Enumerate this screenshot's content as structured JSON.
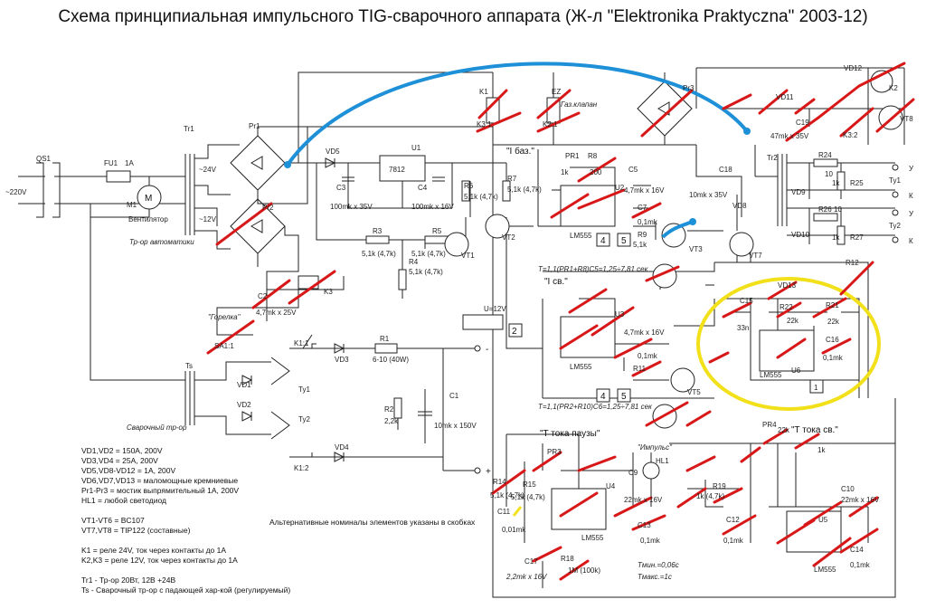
{
  "title": "Схема принципиальная импульсного TIG-сварочного аппарата (Ж-л \"Elektronika Praktyczna\" 2003-12)",
  "input": {
    "switch": "QS1",
    "voltage": "~220V",
    "fuse": "FU1",
    "fuse_rating": "1A",
    "motor": "M1",
    "motor_label": "Вентилятор"
  },
  "transformer_tr1": {
    "name": "Tr1",
    "sec1": "~24V",
    "sec2": "~12V",
    "caption": "Тр-ор автоматики"
  },
  "bridges": {
    "pr1": "Pr1",
    "pr2": "Pr2",
    "pr3": "Pr3"
  },
  "relays": {
    "k1": "K1",
    "k1_1": "K1:1",
    "k1_2": "K1:2",
    "k2_1": "K2:1",
    "k3": "K3",
    "k3_1": "K3:1",
    "k2": "K2",
    "ez": "EZ",
    "ez_label": "Газ.клапан"
  },
  "power_section": {
    "c2": "C2",
    "c2_value": "4,7mk x 25V",
    "torch": "\"Горелка\"",
    "sa1": "SA1:1",
    "vd5": "VD5",
    "u1": "U1",
    "u1_ic": "7812",
    "c3": "C3",
    "c3_value": "100mk x 35V",
    "c4": "C4",
    "c4_value": "100mk x 16V",
    "r3": "R3",
    "r3_value": "5,1k (4,7k)",
    "r4": "R4",
    "r4_value": "5,1k (4,7k)",
    "r5": "R5",
    "r5_value": "5,1k (4,7k)",
    "r6": "R6",
    "r6_value": "5,1k (4,7k)",
    "r7": "R7",
    "r7_value": "5,1k (4,7k)",
    "vt1": "VT1",
    "vt2": "VT2"
  },
  "welding": {
    "ts": "Ts",
    "ts_caption": "Сварочный тр-ор",
    "vd1": "VD1",
    "vd2": "VD2",
    "vd3": "VD3",
    "vd4": "VD4",
    "ty1": "Ty1",
    "ty2": "Ty2",
    "r1": "R1",
    "r1_value": "6-10 (40W)",
    "r2": "R2",
    "r2_value": "2,2k",
    "c1": "C1",
    "c1_value": "10mk x 150V",
    "minus": "-",
    "plus": "+"
  },
  "timers": {
    "base_label": "\"I баз.\"",
    "pr1": "PR1",
    "pr1_value": "1k",
    "r8": "R8",
    "r8_value": "200",
    "u2": "U2",
    "c5": "C5",
    "c5_value": "4,7mk x 16V",
    "c7": "C7",
    "c7_value": "0,1mk",
    "r9": "R9",
    "r9_value": "5,1k",
    "vt3": "VT3",
    "formula1": "T=1,1(PR1+R8)C5=1,25÷7,81 сек",
    "weld_label": "\"I св.\"",
    "u3": "U3",
    "u3_c_value": "4,7mk x 16V",
    "u3_c2_value": "0,1mk",
    "r11": "R11",
    "vt5": "VT5",
    "formula2": "T=1,1(PR2+R10)C6=1,25÷7,81 сек",
    "pause_label": "\"T тока паузы\"",
    "pr3": "PR3",
    "r14": "R14",
    "r14_value": "5,1k (4,7k)",
    "r15": "R15",
    "r15_value": "5,1k (4,7k)",
    "u4": "U4",
    "c9": "C9",
    "c9_value": "22mk x 16V",
    "c11": "C11",
    "c11_value": "0,01mk",
    "c13": "C13",
    "c13_value": "0,1mk",
    "c17": "C17",
    "c17_value": "2,2mk x 16V",
    "r18": "R18",
    "r18_value": "1M (100k)",
    "hl1": "HL1",
    "impulse": "\"Импульс\"",
    "tmin": "Tмин.=0,06с",
    "tmax": "Tмакс.=1с",
    "weld_t_label": "\"T тока св.\"",
    "pr4": "PR4",
    "pr4_value": "22k",
    "r20_value": "1k",
    "r19": "R19",
    "r19_value": "1k (4,7k)",
    "c12": "C12",
    "c12_value": "0,1mk",
    "u5": "U5",
    "c10": "C10",
    "c10_value": "22mk x 16V",
    "c14": "C14",
    "c14_value": "0,1mk",
    "lm555": "LM555"
  },
  "highlight": {
    "c15": "C15",
    "c15_value": "33n",
    "vd13": "VD13",
    "r22": "R22",
    "r22_value": "22k",
    "r21": "R21",
    "r21_value": "22k",
    "c16": "C16",
    "c16_value": "0,1mk",
    "u6": "U6",
    "pin": "1",
    "r12": "R12"
  },
  "output": {
    "c18": "C18",
    "c18_value": "10mk x 35V",
    "vd8": "VD8",
    "vt7": "VT7",
    "vd11": "VD11",
    "c19": "C19",
    "c19_value": "47mk x 35V",
    "vd12": "VD12",
    "k2_3": "K3:2",
    "vt8": "VT8",
    "tr2": "Tr2",
    "vd9": "VD9",
    "vd10": "VD10",
    "r24": "R24",
    "r24_value": "10",
    "r25": "R25",
    "r26": "R26",
    "r26_value": "10",
    "r27": "R27",
    "r_1k": "1k",
    "ty1": "Ty1",
    "ty2": "Ty2",
    "y": "У",
    "k": "К"
  },
  "boxes": {
    "b2": "2",
    "b4": "4",
    "b5": "5",
    "b1": "1"
  },
  "small_note": "U=12V",
  "alt_note": "Альтернативные номиналы элементов указаны в скобках",
  "notes": [
    "VD1,VD2 = 150A, 200V",
    "VD3,VD4 = 25A, 200V",
    "VD5,VD8-VD12 = 1A, 200V",
    "VD6,VD7,VD13 = маломощные кремниевые",
    "Pr1-Pr3 = мостик выпрямительный 1A, 200V",
    "HL1 = любой светодиод",
    "",
    "VT1-VT6 = BC107",
    "VT7,VT8 = TIP122 (составные)",
    "",
    "K1 = реле 24V, ток через контакты до 1A",
    "K2,K3 = реле 12V, ток через контакты до 1A",
    "",
    "Tr1 - Тр-ор 20Вт, 12В +24В",
    "Ts - Сварочный тр-ор с падающей хар-кой (регулируемый)"
  ],
  "colors": {
    "strike": "#d81818",
    "jumper": "#1e90d8",
    "highlight": "#f2e01a",
    "wire": "#222222"
  }
}
